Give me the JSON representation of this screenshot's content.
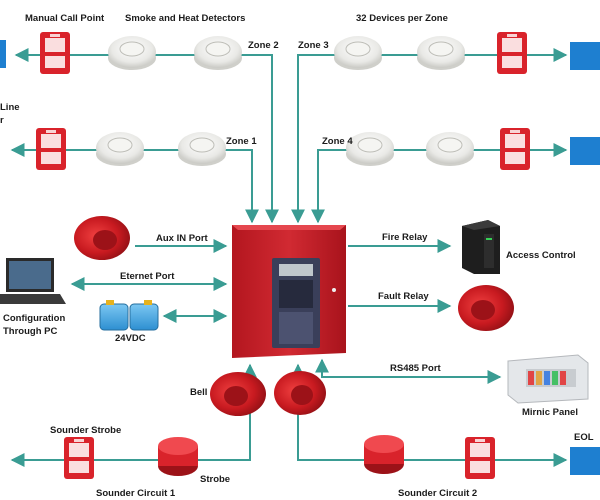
{
  "labels": {
    "manual_call_point": "Manual Call Point",
    "smoke_heat_detectors": "Smoke and Heat Detectors",
    "devices_per_zone": "32 Devices per Zone",
    "zone1": "Zone 1",
    "zone2": "Zone 2",
    "zone3": "Zone 3",
    "zone4": "Zone 4",
    "line_partial_1": "Line",
    "line_partial_2": "r",
    "aux_in_port": "Aux IN Port",
    "ethernet_port": "Eternet Port",
    "fire_relay": "Fire Relay",
    "access_control": "Access Control",
    "fault_relay": "Fault Relay",
    "configuration": "Configuration",
    "through_pc": "Through PC",
    "battery": "24VDC",
    "bell": "Bell",
    "rs485_port": "RS485 Port",
    "mirnic_panel": "Mirnic Panel",
    "sounder_strobe": "Sounder Strobe",
    "strobe": "Strobe",
    "eol": "EOL",
    "sounder_circuit_1": "Sounder Circuit 1",
    "sounder_circuit_2": "Sounder Circuit 2"
  },
  "colors": {
    "line": "#3a9c93",
    "panel_red": "#c8202a",
    "eol_blue": "#1e7fd0",
    "device_red": "#d9232b"
  }
}
